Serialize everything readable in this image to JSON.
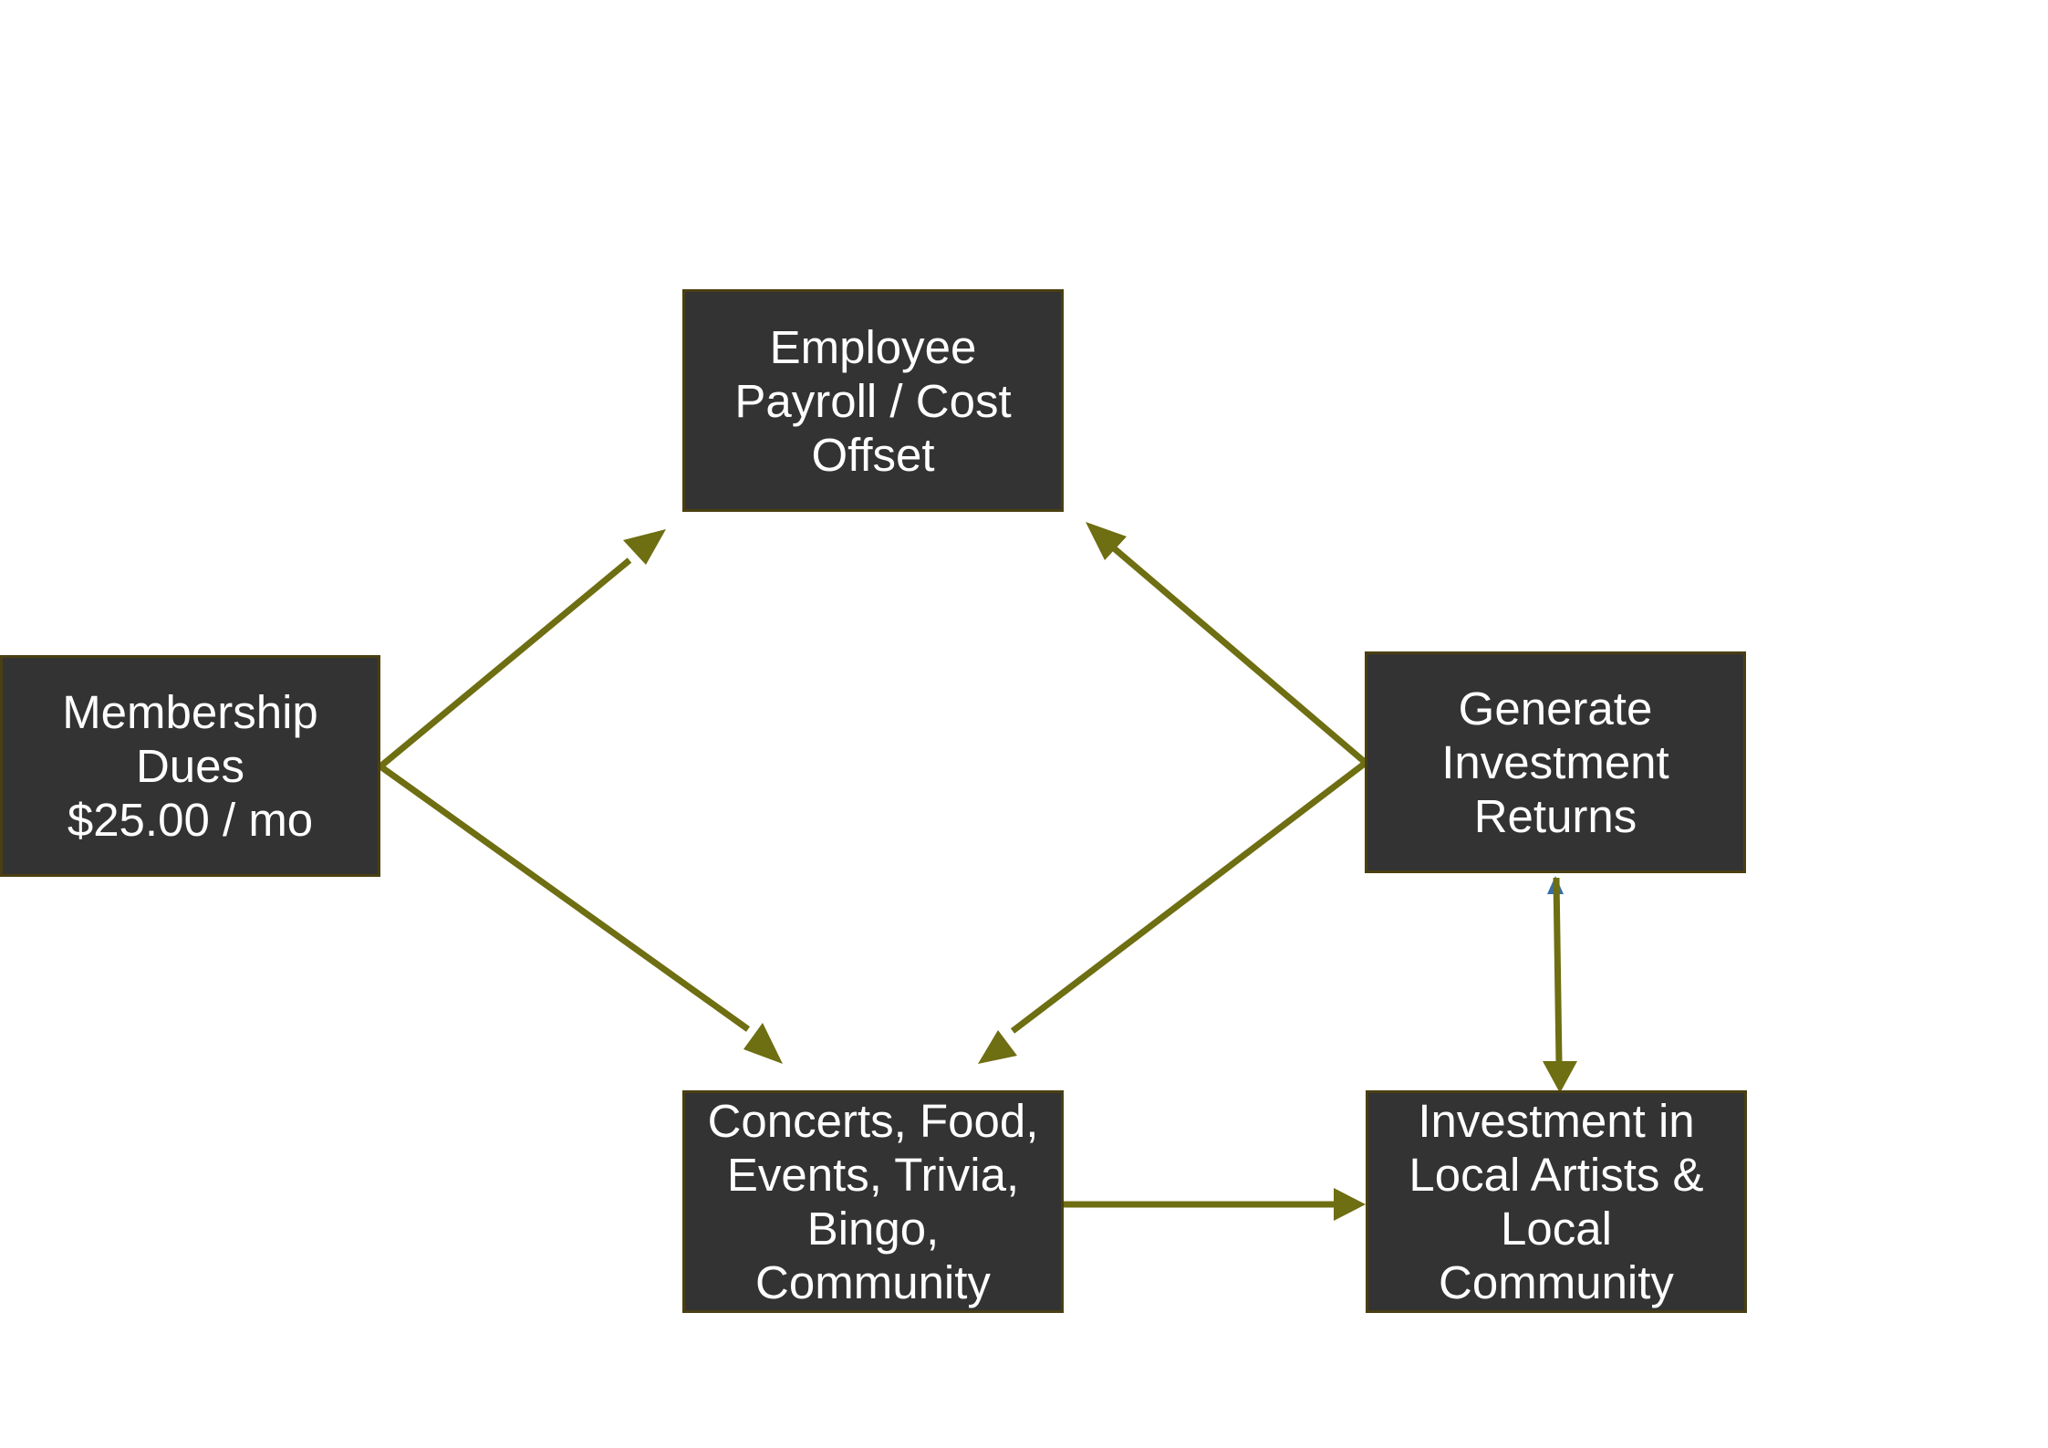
{
  "colors": {
    "node_fill": "#333333",
    "node_border": "#4a3f12",
    "node_text": "#ffffff",
    "arrow": "#6e6e12",
    "arrow_small_head": "#3a6ea5"
  },
  "nodes": {
    "membership": {
      "lines": [
        "Membership",
        "Dues",
        "$25.00 / mo"
      ]
    },
    "payroll": {
      "lines": [
        "Employee",
        "Payroll / Cost",
        "Offset"
      ]
    },
    "returns": {
      "lines": [
        "Generate",
        "Investment",
        "Returns"
      ]
    },
    "events": {
      "lines": [
        "Concerts, Food,",
        "Events, Trivia,",
        "Bingo,",
        "Community"
      ]
    },
    "invest": {
      "lines": [
        "Investment in",
        "Local Artists &",
        "Local",
        "Community"
      ]
    }
  },
  "edges": [
    {
      "from": "membership",
      "to": "payroll"
    },
    {
      "from": "membership",
      "to": "events"
    },
    {
      "from": "returns",
      "to": "payroll"
    },
    {
      "from": "returns",
      "to": "events"
    },
    {
      "from": "events",
      "to": "invest"
    },
    {
      "from": "returns",
      "to": "invest",
      "bidirectional": true
    }
  ]
}
